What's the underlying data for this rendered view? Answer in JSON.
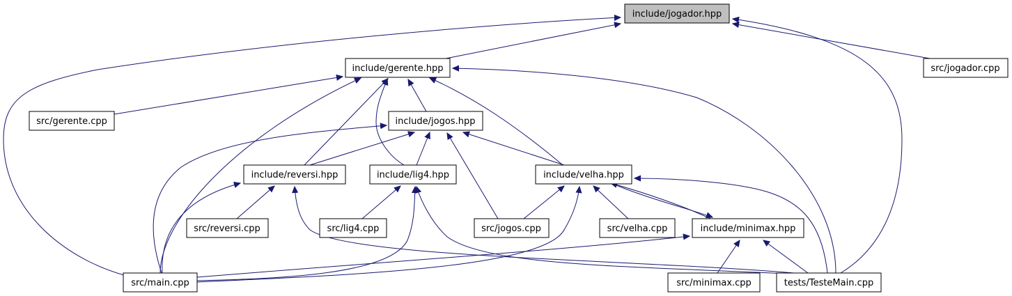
{
  "nodes": {
    "jogador_hpp": "include/jogador.hpp",
    "gerente_hpp": "include/gerente.hpp",
    "jogador_cpp": "src/jogador.cpp",
    "gerente_cpp": "src/gerente.cpp",
    "jogos_hpp": "include/jogos.hpp",
    "reversi_hpp": "include/reversi.hpp",
    "lig4_hpp": "include/lig4.hpp",
    "velha_hpp": "include/velha.hpp",
    "reversi_cpp": "src/reversi.cpp",
    "lig4_cpp": "src/lig4.cpp",
    "jogos_cpp": "src/jogos.cpp",
    "velha_cpp": "src/velha.cpp",
    "minimax_hpp": "include/minimax.hpp",
    "main_cpp": "src/main.cpp",
    "minimax_cpp": "src/minimax.cpp",
    "testemain_cpp": "tests/TesteMain.cpp"
  },
  "highlighted_node": "jogador_hpp",
  "colors": {
    "edge": "#191970",
    "highlight_fill": "#bfbfbf",
    "node_fill": "#ffffff",
    "node_border": "#000000"
  },
  "edges": [
    {
      "from": "gerente_hpp",
      "to": "jogador_hpp"
    },
    {
      "from": "main_cpp",
      "to": "jogador_hpp"
    },
    {
      "from": "jogador_cpp",
      "to": "jogador_hpp"
    },
    {
      "from": "testemain_cpp",
      "to": "jogador_hpp"
    },
    {
      "from": "gerente_cpp",
      "to": "gerente_hpp"
    },
    {
      "from": "main_cpp",
      "to": "gerente_hpp"
    },
    {
      "from": "reversi_hpp",
      "to": "gerente_hpp"
    },
    {
      "from": "lig4_hpp",
      "to": "gerente_hpp"
    },
    {
      "from": "jogos_hpp",
      "to": "gerente_hpp"
    },
    {
      "from": "velha_hpp",
      "to": "gerente_hpp"
    },
    {
      "from": "testemain_cpp",
      "to": "gerente_hpp"
    },
    {
      "from": "main_cpp",
      "to": "jogos_hpp"
    },
    {
      "from": "reversi_hpp",
      "to": "jogos_hpp"
    },
    {
      "from": "lig4_hpp",
      "to": "jogos_hpp"
    },
    {
      "from": "jogos_cpp",
      "to": "jogos_hpp"
    },
    {
      "from": "velha_hpp",
      "to": "jogos_hpp"
    },
    {
      "from": "main_cpp",
      "to": "reversi_hpp"
    },
    {
      "from": "reversi_cpp",
      "to": "reversi_hpp"
    },
    {
      "from": "testemain_cpp",
      "to": "reversi_hpp"
    },
    {
      "from": "lig4_cpp",
      "to": "lig4_hpp"
    },
    {
      "from": "main_cpp",
      "to": "lig4_hpp"
    },
    {
      "from": "testemain_cpp",
      "to": "lig4_hpp"
    },
    {
      "from": "jogos_cpp",
      "to": "velha_hpp"
    },
    {
      "from": "main_cpp",
      "to": "velha_hpp"
    },
    {
      "from": "velha_cpp",
      "to": "velha_hpp"
    },
    {
      "from": "minimax_hpp",
      "to": "velha_hpp"
    },
    {
      "from": "testemain_cpp",
      "to": "velha_hpp"
    },
    {
      "from": "velha_hpp",
      "to": "minimax_hpp"
    },
    {
      "from": "main_cpp",
      "to": "minimax_hpp"
    },
    {
      "from": "minimax_cpp",
      "to": "minimax_hpp"
    },
    {
      "from": "testemain_cpp",
      "to": "minimax_hpp"
    }
  ]
}
